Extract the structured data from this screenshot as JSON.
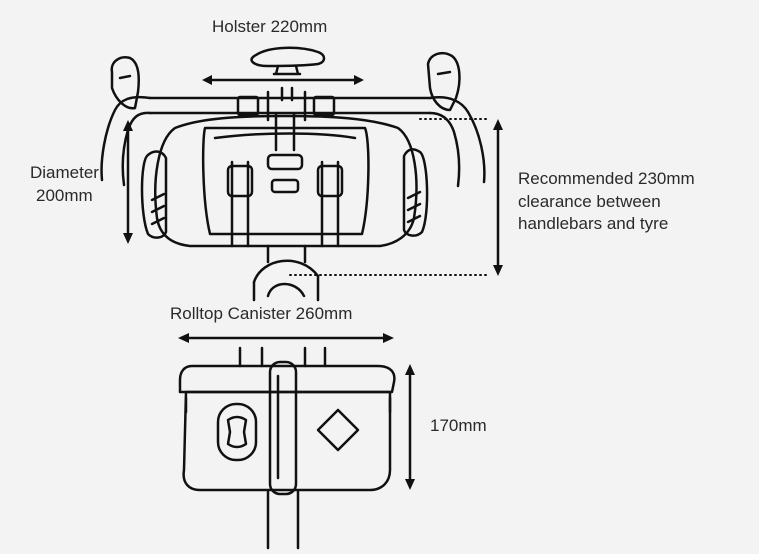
{
  "labels": {
    "holster": "Holster 220mm",
    "diameter_line1": "Diameter",
    "diameter_line2": "200mm",
    "clearance_line1": "Recommended 230mm",
    "clearance_line2": "clearance between",
    "clearance_line3": "handlebars and tyre",
    "rolltop": "Rolltop Canister 260mm",
    "height": "170mm"
  },
  "colors": {
    "background": "#f3f3f3",
    "line": "#111111",
    "text": "#2a2a2a"
  }
}
